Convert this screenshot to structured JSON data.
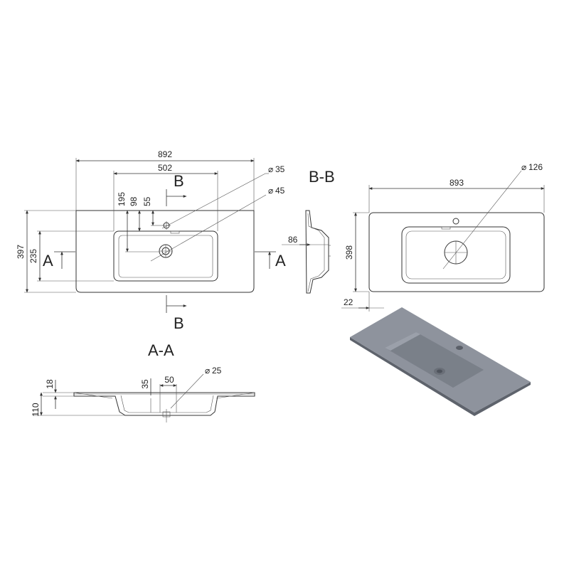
{
  "top_view": {
    "overall_width": "892",
    "bowl_width": "502",
    "dim_195": "195",
    "dim_98": "98",
    "dim_55": "55",
    "overall_depth": "397",
    "bowl_depth": "235",
    "tap_hole_dia": "35",
    "drain_dia": "45",
    "section_a": "A",
    "section_b": "B"
  },
  "side_view": {
    "dim_86": "86"
  },
  "bb_view": {
    "title": "B-B",
    "overall_width": "893",
    "overall_depth": "398",
    "drain_dia": "126",
    "offset": "22"
  },
  "aa_view": {
    "title": "A-A",
    "dim_18": "18",
    "dim_110": "110",
    "dim_35": "35",
    "dim_50": "50",
    "drain_dia": "25"
  },
  "colors": {
    "line": "#333333",
    "render_face": "#8e939d",
    "render_bowl": "#7f848e",
    "render_edge": "#5e636c"
  }
}
